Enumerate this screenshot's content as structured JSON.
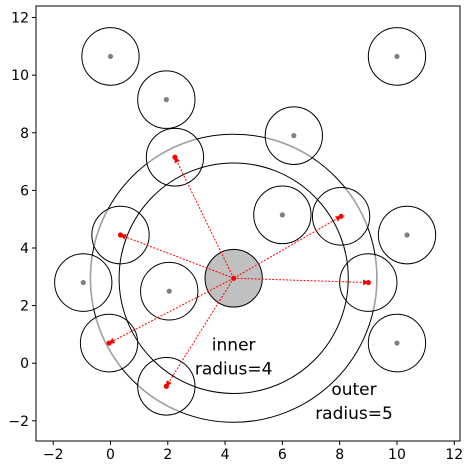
{
  "chart_data": {
    "type": "scatter",
    "xlim": [
      -2.6,
      12.2
    ],
    "ylim": [
      -2.7,
      12.4
    ],
    "xticks": [
      -2,
      0,
      2,
      4,
      6,
      8,
      10,
      12
    ],
    "yticks": [
      -2,
      0,
      2,
      4,
      6,
      8,
      10,
      12
    ],
    "grid": false,
    "center": {
      "x": 4.3,
      "y": 2.95,
      "radius": 1.0,
      "fill": "#c0c0c0"
    },
    "rings": [
      {
        "radius": 4.0,
        "color": "#000000"
      },
      {
        "radius": 5.0,
        "color": "#000000"
      }
    ],
    "point_radius": 1.0,
    "points": [
      {
        "x": 0.0,
        "y": 10.65,
        "connected": false
      },
      {
        "x": 1.95,
        "y": 9.15,
        "connected": false
      },
      {
        "x": 10.0,
        "y": 10.65,
        "connected": false
      },
      {
        "x": 6.4,
        "y": 7.9,
        "connected": false
      },
      {
        "x": 2.25,
        "y": 7.15,
        "connected": true
      },
      {
        "x": 6.0,
        "y": 5.15,
        "connected": false
      },
      {
        "x": 8.05,
        "y": 5.1,
        "connected": true
      },
      {
        "x": 10.35,
        "y": 4.45,
        "connected": false
      },
      {
        "x": 0.35,
        "y": 4.45,
        "connected": true
      },
      {
        "x": -0.95,
        "y": 2.8,
        "connected": false
      },
      {
        "x": 2.05,
        "y": 2.5,
        "connected": false
      },
      {
        "x": 9.0,
        "y": 2.8,
        "connected": true
      },
      {
        "x": -0.05,
        "y": 0.7,
        "connected": true
      },
      {
        "x": 10.0,
        "y": 0.7,
        "connected": false
      },
      {
        "x": 1.95,
        "y": -0.8,
        "connected": true
      }
    ],
    "annotations": [
      {
        "lines": [
          "inner",
          "radius=4"
        ],
        "x": 4.3,
        "y": 0.45
      },
      {
        "lines": [
          "outer",
          "radius=5"
        ],
        "x": 8.5,
        "y": -1.1
      }
    ],
    "colors": {
      "marker": "#808080",
      "arrow": "#ff0000",
      "circle": "#000000",
      "gray_arc": "#a0a0a0"
    }
  }
}
